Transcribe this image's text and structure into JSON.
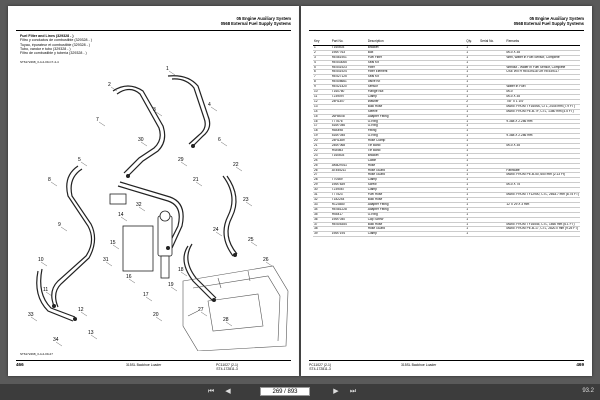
{
  "left_page": {
    "header": {
      "line1": "05 Engine Auxiliary System",
      "line2": "0568 External Fuel Supply Systems"
    },
    "caption": {
      "title": "Fuel Filter and Lines (329328 - )",
      "lines": [
        "Filtro y conductos de combustible (329328 - )",
        "Tuyau, épurateur et combustible (329328 - )",
        "Tubo, vandor e tubo (329328 - )",
        "Filtro de combustible y tubería (329328 - )"
      ],
      "fig_ref": "ST6172498_3-4-2-09-C7-4-4"
    },
    "fig_footer": "ST6172498_3-4-2-09-27",
    "footer": {
      "page_number": "466",
      "center": "315SL Backhoe Loader",
      "right": "PC11027 (2-1)",
      "sub": "ST4-172811-3"
    },
    "callouts": [
      "1",
      "2",
      "3",
      "4",
      "5",
      "6",
      "7",
      "8",
      "9",
      "10",
      "11",
      "12",
      "13",
      "14",
      "15",
      "16",
      "17",
      "18",
      "19",
      "20",
      "21",
      "22",
      "23",
      "24",
      "25",
      "26",
      "27",
      "28",
      "29",
      "30",
      "31",
      "32",
      "33",
      "34"
    ]
  },
  "right_page": {
    "header": {
      "line1": "05 Engine Auxiliary System",
      "line2": "0568 External Fuel Supply Systems"
    },
    "columns": [
      "Key",
      "Part No.",
      "Description",
      "Qty.",
      "Serial No.",
      "Remarks"
    ],
    "rows": [
      [
        "1",
        "T160603",
        "Bracket",
        "1",
        "",
        ""
      ],
      [
        "2",
        "19M7763",
        "Bolt",
        "1",
        "",
        "M10 X 35"
      ],
      [
        "3",
        "RE561901",
        "Fuel Filter",
        "1",
        "",
        "With, Water in Fuel Sensor, Complete"
      ],
      [
        "4",
        "RE543065",
        "Seal Kit",
        "1",
        "",
        ""
      ],
      [
        "5",
        "RE541923",
        "Filter",
        "1",
        "",
        "Without - Water In Fuel Sensor, Complete"
      ],
      [
        "6",
        "RE541924",
        "Filter Element",
        "1",
        "",
        "USE WITH RE539118 OR RE539117"
      ],
      [
        "7",
        "RE527125",
        "Seal Kit",
        "1",
        "",
        ""
      ],
      [
        "8",
        "RE508661",
        "Valve Kit",
        "1",
        "",
        ""
      ],
      [
        "9",
        "RE521420",
        "Sensor",
        "1",
        "",
        "Water In Fuel"
      ],
      [
        "10",
        "T160760",
        "Flange Nut",
        "1",
        "",
        "M10"
      ],
      [
        "11",
        "T239097",
        "Clamp",
        "1",
        "",
        "M10 X 35"
      ],
      [
        "12",
        "24H1307",
        "Washer",
        "2",
        "",
        "7/8\" X 1 1/4\""
      ],
      [
        "13",
        "",
        "Bulk Hose",
        "1",
        "",
        "MAKE FROM TY1659A, CTL, 2445 mm (7.9 FT)"
      ],
      [
        "14",
        "",
        "Sleeve",
        "1",
        "",
        "MAKE FROM PE-B-TF, CTL, 1380 mm (4.5 FT)"
      ],
      [
        "15",
        "26H5008",
        "Adapter Fitting",
        "1",
        "",
        ""
      ],
      [
        "16",
        "T77676",
        "O-Ring",
        "1",
        "",
        "9.388 X 2.286 mm"
      ],
      [
        "17",
        "51M7046",
        "O-Ring",
        "1",
        "",
        ""
      ],
      [
        "18",
        "R84498",
        "Fitting",
        "1",
        "",
        ""
      ],
      [
        "19",
        "51M7045",
        "O-Ring",
        "1",
        "",
        "9.388 X 2.286 mm"
      ],
      [
        "20",
        "24H1389",
        "Hose Clamp",
        "1",
        "",
        ""
      ],
      [
        "21",
        "24M7068",
        "Tie Band",
        "1",
        "",
        "M10 X 35"
      ],
      [
        "22",
        "H44983",
        "Tie Band",
        "1",
        "",
        ""
      ],
      [
        "23",
        "T160603",
        "Bracket",
        "1",
        "",
        ""
      ],
      [
        "24",
        "",
        "Cable",
        "1",
        "",
        ""
      ],
      [
        "25",
        "AM429011",
        "Hose",
        "1",
        "",
        ""
      ],
      [
        "26",
        "AT455211",
        "Hose Guard",
        "1",
        "",
        "Fabricate"
      ],
      [
        "27",
        "",
        "Hose Guard",
        "1",
        "",
        "MAKE FROM PE-B-50, 650 mm (2.13 Ft)"
      ],
      [
        "28",
        "T70469",
        "Clamp",
        "1",
        "",
        ""
      ],
      [
        "29",
        "19M7839",
        "Screw",
        "1",
        "",
        "M10 X 75"
      ],
      [
        "30",
        "T239087",
        "Clamp",
        "1",
        "",
        ""
      ],
      [
        "31",
        "T77523",
        "Fuel Hose",
        "1",
        "",
        "MAKE FROM TY12900, CTL, 2663.7 mm (8.75 FT)"
      ],
      [
        "32",
        "T182244",
        "Bulk Hose",
        "1",
        "",
        ""
      ],
      [
        "33",
        "R123580",
        "Adapter Fitting",
        "1",
        "",
        "12 X 29 X 3 mm"
      ],
      [
        "34",
        "RE581228",
        "Adapter Fitting",
        "1",
        "",
        ""
      ],
      [
        "35",
        "H55417",
        "O-Ring",
        "1",
        "",
        ""
      ],
      [
        "36",
        "19M7040",
        "Cap Screw",
        "1",
        "",
        ""
      ],
      [
        "37",
        "RE505354",
        "Bulk Hose",
        "1",
        "",
        "MAKE FROM TY16545, CTL, 1860 mm (6.1 FT)"
      ],
      [
        "38",
        "",
        "Hose Guard",
        "1",
        "",
        "MAKE FROM PE-B-17, CTL, 2820.0 mm (9.25 FT)"
      ],
      [
        "39",
        "19M7194",
        "Clamp",
        "1",
        "",
        ""
      ]
    ],
    "footer": {
      "center": "315SL Backhoe Loader",
      "left": "PC11027 (2-1)",
      "sub": "ST4-172811-3",
      "page_number": "469"
    }
  },
  "viewer": {
    "first_label": "⏮",
    "prev_label": "◀",
    "page_value": "269 / 893",
    "next_label": "▶",
    "last_label": "⏭",
    "zoom": "93.2"
  }
}
